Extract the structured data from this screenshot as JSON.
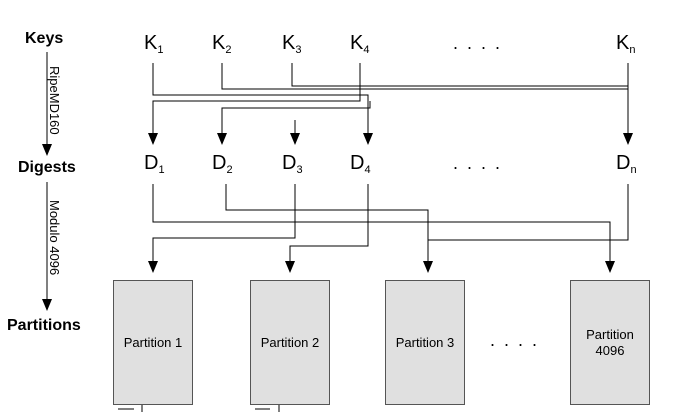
{
  "labels": {
    "keys": "Keys",
    "digests": "Digests",
    "partitions": "Partitions"
  },
  "stages": {
    "hash": "RipeMD160",
    "modulo": "Modulo 4096"
  },
  "keys": [
    {
      "base": "K",
      "sub": "1"
    },
    {
      "base": "K",
      "sub": "2"
    },
    {
      "base": "K",
      "sub": "3"
    },
    {
      "base": "K",
      "sub": "4"
    },
    {
      "base": "K",
      "sub": "n"
    }
  ],
  "digests": [
    {
      "base": "D",
      "sub": "1"
    },
    {
      "base": "D",
      "sub": "2"
    },
    {
      "base": "D",
      "sub": "3"
    },
    {
      "base": "D",
      "sub": "4"
    },
    {
      "base": "D",
      "sub": "n"
    }
  ],
  "ellipsis": ". . . .",
  "partitions": [
    {
      "line1": "Partition 1",
      "line2": ""
    },
    {
      "line1": "Partition 2",
      "line2": ""
    },
    {
      "line1": "Partition 3",
      "line2": ""
    },
    {
      "line1": "Partition",
      "line2": "4096"
    }
  ]
}
